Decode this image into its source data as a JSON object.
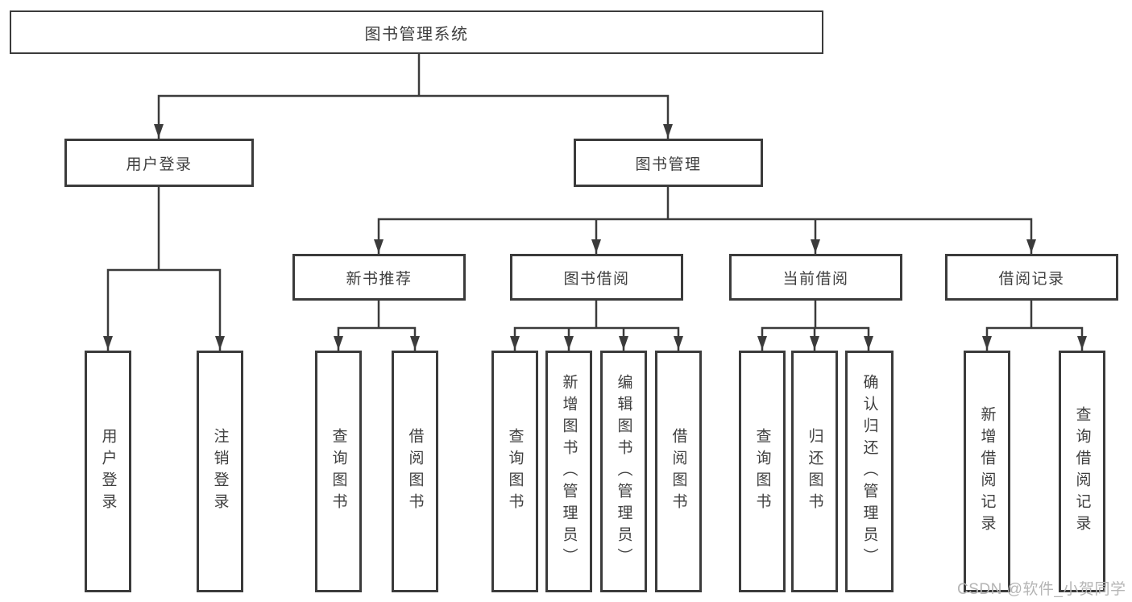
{
  "page": {
    "background": "#ffffff"
  },
  "colors": {
    "line": "#3b3b3b",
    "box_border": "#3b3b3b",
    "text": "#3f3f3f",
    "watermark": "#b5b5b5"
  },
  "diagram": {
    "type": "hierarchy-tree",
    "root": "图书管理系统",
    "level2": [
      "用户登录",
      "图书管理"
    ],
    "level3": [
      "新书推荐",
      "图书借阅",
      "当前借阅",
      "借阅记录"
    ],
    "leaves": {
      "login": [
        "用户登录",
        "注销登录"
      ],
      "new_book": [
        "查询图书",
        "借阅图书"
      ],
      "book_borrow": [
        "查询图书",
        "新增图书（管理员）",
        "编辑图书（管理员）",
        "借阅图书"
      ],
      "current_borrow": [
        "查询图书",
        "归还图书",
        "确认归还（管理员）"
      ],
      "borrow_record": [
        "新增借阅记录",
        "查询借阅记录"
      ]
    }
  },
  "watermark": "CSDN @软件_小贺同学"
}
